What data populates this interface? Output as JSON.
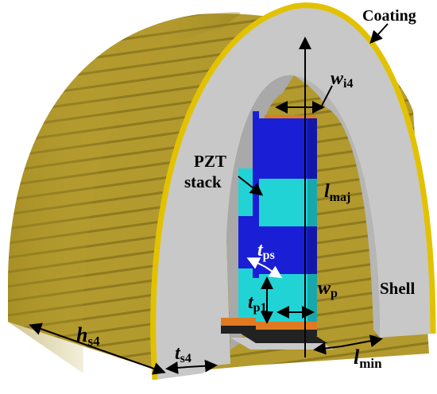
{
  "colors": {
    "coating": "#b39a2e",
    "coating_edge": "#e2c200",
    "shell": "#c8c8c8",
    "pzt_dark": "#1a1fd6",
    "pzt_light": "#22d3d6",
    "electrode": "#e07a22",
    "base": "#bdbdbd"
  },
  "labels": {
    "coating": "Coating",
    "pzt_line1": "PZT",
    "pzt_line2": "stack",
    "shell": "Shell",
    "w_i4_main": "w",
    "w_i4_sub": "i4",
    "l_maj_main": "l",
    "l_maj_sub": "maj",
    "t_ps_main": "t",
    "t_ps_sub": "ps",
    "w_p_main": "w",
    "w_p_sub": "p",
    "t_p1_main": "t",
    "t_p1_sub": "p1",
    "h_s4_main": "h",
    "h_s4_sub": "s4",
    "t_s4_main": "t",
    "t_s4_sub": "s4",
    "l_min_main": "l",
    "l_min_sub": "min"
  }
}
